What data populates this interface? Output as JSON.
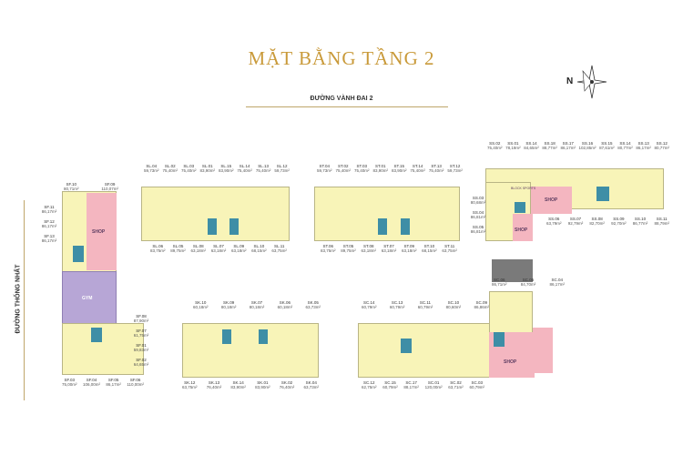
{
  "title": "MẶT BẰNG TẦNG 2",
  "road_top": "ĐƯỜNG VÀNH ĐAI 2",
  "road_left": "ĐƯỜNG THỐNG NHẤT",
  "compass": {
    "letter": "N",
    "icon": "compass-rose-icon"
  },
  "colors": {
    "apartment": "#f8f4b8",
    "shophouse": "#f4b6c0",
    "gym": "#b7a6d6",
    "core": "#3e8ea6",
    "title": "#c99a3a"
  },
  "zones": {
    "shop": "SHOP",
    "gym": "GYM",
    "block_sports": "BLOCK SPORTS"
  },
  "blocks": {
    "SL": {
      "top": [
        [
          "SL.04",
          "59,73m²"
        ],
        [
          "SL.02",
          "75,40m²"
        ],
        [
          "SL.03",
          "75,40m²"
        ],
        [
          "SL.01",
          "83,90m²"
        ],
        [
          "SL.15",
          "83,90m²"
        ],
        [
          "SL.14",
          "75,40m²"
        ],
        [
          "SL.13",
          "75,40m²"
        ],
        [
          "SL.12",
          "59,73m²"
        ]
      ],
      "bottom": [
        [
          "SL.06",
          "83,75m²"
        ],
        [
          "SL.05",
          "89,75m²"
        ],
        [
          "SL.08",
          "63,18m²"
        ],
        [
          "SL.07",
          "63,18m²"
        ],
        [
          "SL.09",
          "63,18m²"
        ],
        [
          "SL.10",
          "68,15m²"
        ],
        [
          "SL.11",
          "63,75m²"
        ]
      ]
    },
    "ST": {
      "top": [
        [
          "ST.04",
          "59,73m²"
        ],
        [
          "ST.02",
          "75,40m²"
        ],
        [
          "ST.03",
          "75,40m²"
        ],
        [
          "ST.01",
          "83,90m²"
        ],
        [
          "ST.15",
          "83,90m²"
        ],
        [
          "ST.14",
          "75,40m²"
        ],
        [
          "ST.13",
          "75,40m²"
        ],
        [
          "ST.12",
          "59,73m²"
        ]
      ],
      "bottom": [
        [
          "ST.06",
          "83,75m²"
        ],
        [
          "ST.05",
          "89,75m²"
        ],
        [
          "ST.08",
          "63,18m²"
        ],
        [
          "ST.07",
          "63,18m²"
        ],
        [
          "ST.09",
          "63,18m²"
        ],
        [
          "ST.10",
          "68,15m²"
        ],
        [
          "ST.11",
          "63,75m²"
        ]
      ]
    },
    "SS": {
      "top": [
        [
          "SS.02",
          "75,40m²"
        ],
        [
          "SS.01",
          "78,19m²"
        ],
        [
          "SS.14",
          "84,65m²"
        ],
        [
          "SS.18",
          "88,77m²"
        ],
        [
          "SS.17",
          "86,17m²"
        ],
        [
          "SS.16",
          "102,85m²"
        ],
        [
          "SS.15",
          "87,61m²"
        ],
        [
          "SS.14",
          "80,77m²"
        ],
        [
          "SS.13",
          "86,17m²"
        ],
        [
          "SS.12",
          "80,77m²"
        ]
      ],
      "side": [
        [
          "SS.03",
          "80,68m²"
        ],
        [
          "SS.04",
          "86,81m²"
        ],
        [
          "SS.05",
          "86,81m²"
        ]
      ],
      "bottom": [
        [
          "SS.06",
          "63,79m²"
        ],
        [
          "SS.07",
          "92,79m²"
        ],
        [
          "SS.08",
          "82,70m²"
        ],
        [
          "SS.09",
          "92,70m²"
        ],
        [
          "SS.10",
          "86,77m²"
        ],
        [
          "SS.11",
          "88,79m²"
        ]
      ]
    },
    "SF": {
      "top": [
        [
          "SF.10",
          "80,71m²"
        ],
        [
          "SF.09",
          "110,07m²"
        ]
      ],
      "left": [
        [
          "SF.11",
          "86,17m²"
        ],
        [
          "SF.12",
          "86,17m²"
        ],
        [
          "SF.13",
          "86,17m²"
        ]
      ],
      "mid": [
        [
          "SF.08",
          "87,90m²"
        ],
        [
          "SF.07",
          "61,75m²"
        ],
        [
          "SF.01",
          "59,83m²"
        ],
        [
          "SF.02",
          "64,65m²"
        ]
      ],
      "bottom": [
        [
          "SF.03",
          "75,00m²"
        ],
        [
          "SF.04",
          "106,00m²"
        ],
        [
          "SF.05",
          "86,17m²"
        ],
        [
          "SF.06",
          "110,00m²"
        ]
      ]
    },
    "SK": {
      "top": [
        [
          "SK.10",
          "60,18m²"
        ],
        [
          "SK.09",
          "80,18m²"
        ],
        [
          "SK.07",
          "80,18m²"
        ],
        [
          "SK.06",
          "60,18m²"
        ],
        [
          "SK.05",
          "63,73m²"
        ]
      ],
      "bottom": [
        [
          "SK.12",
          "63,75m²"
        ],
        [
          "SK.13",
          "76,40m²"
        ],
        [
          "SK.14",
          "83,90m²"
        ],
        [
          "SK.01",
          "83,90m²"
        ],
        [
          "SK.02",
          "76,40m²"
        ],
        [
          "SK.04",
          "63,73m²"
        ]
      ]
    },
    "SC": {
      "top": [
        [
          "SC.14",
          "60,79m²"
        ],
        [
          "SC.13",
          "60,79m²"
        ],
        [
          "SC.11",
          "60,79m²"
        ],
        [
          "SC.10",
          "80,60m²"
        ],
        [
          "SC.09",
          "86,86m²"
        ],
        [
          "SC.06",
          "86,71m²"
        ],
        [
          "SC.05",
          "84,70m²"
        ],
        [
          "SC.04",
          "86,17m²"
        ]
      ],
      "bottom": [
        [
          "SC.12",
          "62,75m²"
        ],
        [
          "SC.15",
          "60,79m²"
        ],
        [
          "SC.17",
          "88,17m²"
        ],
        [
          "SC.01",
          "120,00m²"
        ],
        [
          "SC.02",
          "63,71m²"
        ],
        [
          "SC.03",
          "60,79m²"
        ]
      ]
    }
  }
}
